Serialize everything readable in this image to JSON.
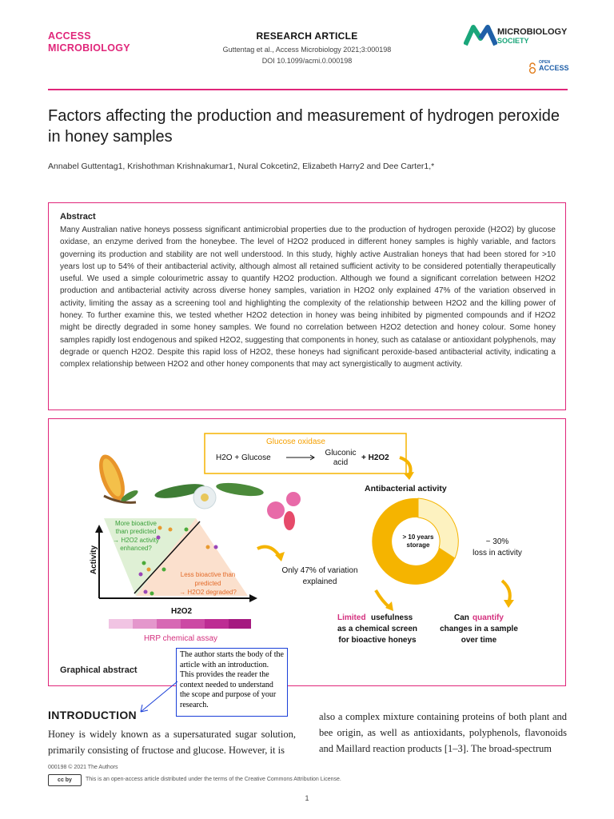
{
  "header": {
    "journal_line1": "ACCESS",
    "journal_line2": "MICROBIOLOGY",
    "article_type": "RESEARCH ARTICLE",
    "citation_line1": "Guttentag et al., Access Microbiology 2021;3:000198",
    "citation_line2": "DOI 10.1099/acmi.0.000198",
    "society_line1": "MICROBIOLOGY",
    "society_line2": "SOCIETY",
    "open_access_label": "OPEN",
    "access_label": "ACCESS"
  },
  "article": {
    "title": "Factors affecting the production and measurement of hydrogen peroxide in honey samples",
    "authors": "Annabel Guttentag1, Krishothman Krishnakumar1, Nural Cokcetin2, Elizabeth Harry2 and Dee Carter1,*"
  },
  "abstract": {
    "heading": "Abstract",
    "text": "Many Australian native honeys possess significant antimicrobial properties due to the production of hydrogen peroxide (H2O2) by glucose oxidase, an enzyme derived from the honeybee. The level of H2O2 produced in different honey samples is highly variable, and factors governing its production and stability are not well understood. In this study, highly active Australian honeys that had been stored for >10 years lost up to 54% of their antibacterial activity, although almost all retained sufficient activity to be considered potentially therapeutically useful. We used a simple colourimetric assay to quantify H2O2 production. Although we found a significant correlation between H2O2 production and antibacterial activity across diverse honey samples, variation in H2O2 only explained 47% of the variation observed in activity, limiting the assay as a screening tool and highlighting the complexity of the relationship between H2O2 and the killing power of honey. To further examine this, we tested whether H2O2 detection in honey was being inhibited by pigmented compounds and if H2O2 might be directly degraded in some honey samples. We found no correlation between H2O2 detection and honey colour. Some honey samples rapidly lost endogenous and spiked H2O2, suggesting that components in honey, such as catalase or antioxidant polyphenols, may degrade or quench H2O2. Despite this rapid loss of H2O2, these honeys had significant peroxide-based antibacterial activity, indicating a complex relationship between H2O2 and other honey components that may act synergistically to augment activity."
  },
  "graphical_abstract": {
    "label": "Graphical abstract",
    "enzyme": "Glucose oxidase",
    "reaction_left": "H2O + Glucose",
    "reaction_product1_line1": "Gluconic",
    "reaction_product1_line2": "acid",
    "reaction_product2": "+ H2O2",
    "antibacterial": "Antibacterial activity",
    "storage_line1": "> 10 years",
    "storage_line2": "storage",
    "loss_line1": "~ 30%",
    "loss_line2": "loss in activity",
    "more_bioactive_line1": "More bioactive",
    "more_bioactive_line2": "than predicted",
    "more_bioactive_line3": "→ H2O2 activity",
    "more_bioactive_line4": "enhanced?",
    "less_bioactive_line1": "Less bioactive than",
    "less_bioactive_line2": "predicted",
    "less_bioactive_line3": "→ H2O2 degraded?",
    "y_axis": "Activity",
    "x_axis": "H2O2",
    "variation_line1": "Only 47% of variation",
    "variation_line2": "explained",
    "assay": "HRP chemical assay",
    "limited_word": "Limited",
    "limited_rest": " usefulness",
    "limited_line2": "as a chemical screen",
    "limited_line3": "for bioactive honeys",
    "quantify_can": "Can ",
    "quantify_word": "quantify",
    "quantify_line2": "changes in a sample",
    "quantify_line3": "over time"
  },
  "annotation_note": "The author starts the body of the article with an introduction. This provides the reader the context needed to understand the scope and purpose of your research.",
  "introduction": {
    "heading": "INTRODUCTION",
    "col1": "Honey is widely known as a supersaturated sugar solution, primarily consisting of fructose and glucose. However, it is",
    "col2": "also a complex mixture containing proteins of both plant and bee origin, as well as antioxidants, polyphenols, flavonoids and Maillard reaction products [1–3]. The broad-spectrum"
  },
  "footer": {
    "id_line": "000198 © 2021 The Authors",
    "license": "This is an open-access article distributed under the terms of the Creative Commons Attribution License.",
    "cc_badge": "cc by",
    "page": "1"
  },
  "colors": {
    "accent": "#e0267a",
    "society_green": "#1aa67a",
    "arrow_orange": "#f5b400",
    "note_border": "#1a3fd8"
  }
}
